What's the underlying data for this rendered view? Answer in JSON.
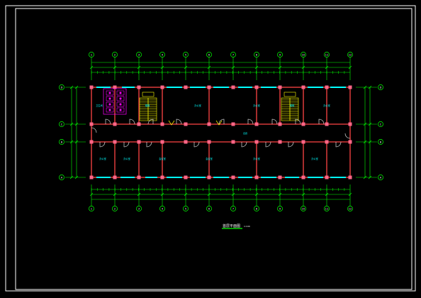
{
  "drawing": {
    "colors": {
      "background": "#000000",
      "frame": "#ffffff",
      "grid": "#00ff00",
      "wall": "#ff4444",
      "column": "#ff6688",
      "window": "#00ffff",
      "text": "#00ffff",
      "stair": "#ffff00",
      "door": "#ffffff",
      "toilet": "#ff00ff"
    },
    "column_axes": [
      "1",
      "2",
      "3",
      "4",
      "5",
      "6",
      "7",
      "8",
      "9",
      "10",
      "11",
      "12"
    ],
    "row_axes": [
      "D",
      "C",
      "B",
      "A"
    ],
    "top_rooms": [
      "卫生间",
      "楼梯",
      "办公室",
      "办公室",
      "楼梯",
      "办公室"
    ],
    "bottom_rooms": [
      "办公室",
      "办公室",
      "会议室",
      "会议室",
      "办公室",
      "办公室"
    ],
    "corridor_label": "走廊",
    "drawing_title": "首层平面图",
    "scale": "1:100"
  }
}
